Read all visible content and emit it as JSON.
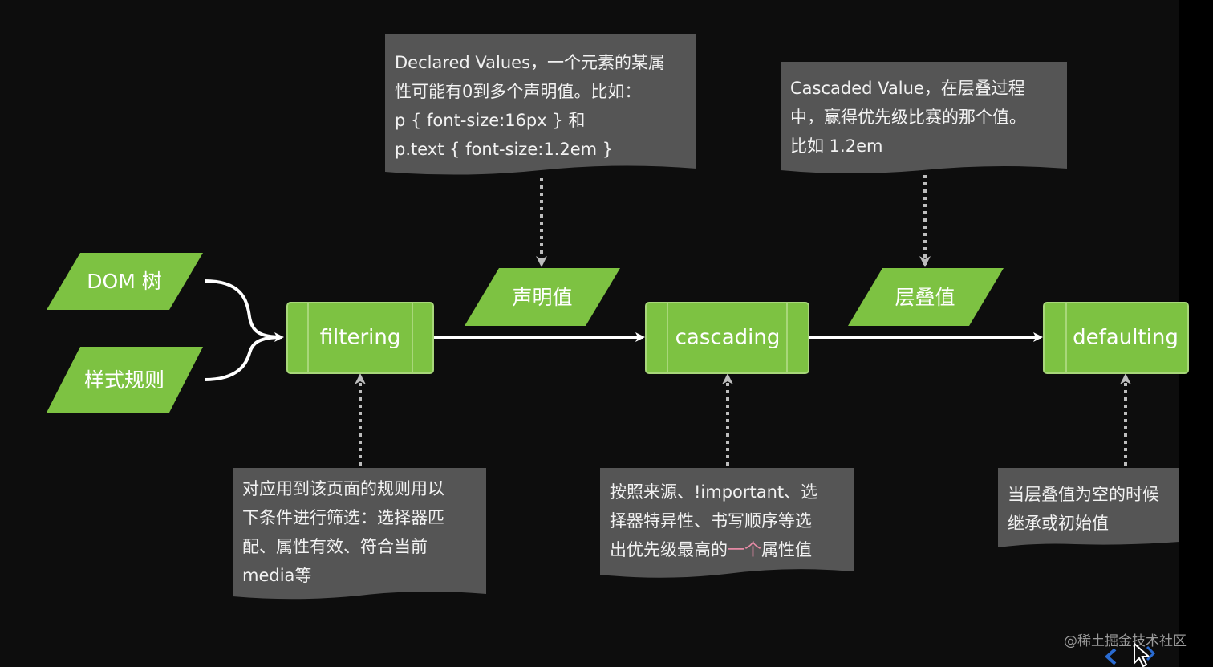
{
  "inputs": [
    {
      "id": "dom",
      "label": "DOM 树"
    },
    {
      "id": "rules",
      "label": "样式规则"
    }
  ],
  "processes": [
    {
      "id": "filtering",
      "label": "filtering"
    },
    {
      "id": "cascading",
      "label": "cascading"
    },
    {
      "id": "defaulting",
      "label": "defaulting"
    }
  ],
  "intermediate_values": [
    {
      "id": "declared",
      "label": "声明值"
    },
    {
      "id": "cascaded",
      "label": "层叠值"
    }
  ],
  "notes": {
    "declared": {
      "lines": [
        "Declared Values，一个元素的某属",
        "性可能有0到多个声明值。比如：",
        "p { font-size:16px } 和",
        "p.text { font-size:1.2em }"
      ]
    },
    "cascaded": {
      "lines": [
        "Cascaded Value，在层叠过程",
        "中，赢得优先级比赛的那个值。",
        "比如 1.2em"
      ]
    },
    "filtering": {
      "lines": [
        "对应用到该页面的规则用以",
        "下条件进行筛选：选择器匹",
        "配、属性有效、符合当前",
        "media等"
      ]
    },
    "cascading": {
      "line1": "按照来源、!important、选",
      "line2": "择器特异性、书写顺序等选",
      "line3_a": "出优先级最高的",
      "line3_b": "一个",
      "line3_c": "属性值"
    },
    "defaulting": {
      "lines": [
        "当层叠值为空的时候",
        "继承或初始值"
      ]
    }
  },
  "watermark": "@稀土掘金技术社区",
  "colors": {
    "green": "#7dc242",
    "green_border": "#a8d77a",
    "note_bg": "#555555",
    "arrow": "#ffffff",
    "dotted": "#bdbdbd",
    "highlight": "#e58aa5"
  },
  "icons": [
    "back-chevron-icon",
    "mouse-cursor-icon"
  ]
}
